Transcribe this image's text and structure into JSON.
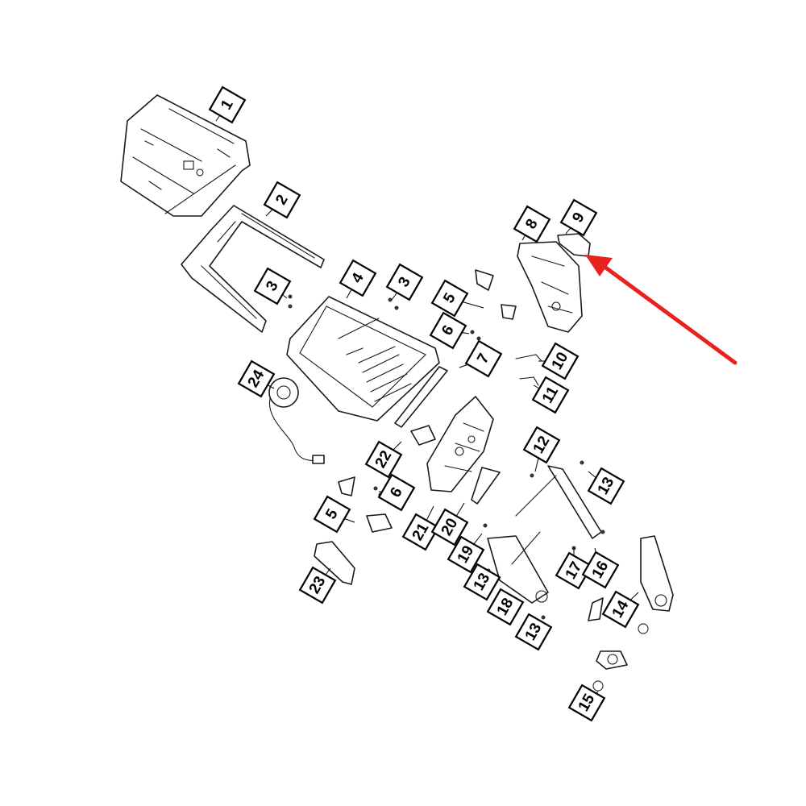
{
  "diagram": {
    "callouts": [
      {
        "label": "1"
      },
      {
        "label": "2"
      },
      {
        "label": "3"
      },
      {
        "label": "4"
      },
      {
        "label": "3"
      },
      {
        "label": "5"
      },
      {
        "label": "6"
      },
      {
        "label": "7"
      },
      {
        "label": "8"
      },
      {
        "label": "9"
      },
      {
        "label": "10"
      },
      {
        "label": "11"
      },
      {
        "label": "24"
      },
      {
        "label": "22"
      },
      {
        "label": "12"
      },
      {
        "label": "13"
      },
      {
        "label": "5"
      },
      {
        "label": "6"
      },
      {
        "label": "21"
      },
      {
        "label": "20"
      },
      {
        "label": "19"
      },
      {
        "label": "17"
      },
      {
        "label": "16"
      },
      {
        "label": "23"
      },
      {
        "label": "13"
      },
      {
        "label": "18"
      },
      {
        "label": "14"
      },
      {
        "label": "13"
      },
      {
        "label": "15"
      }
    ],
    "highlight_arrow_color": "#e8231f"
  }
}
